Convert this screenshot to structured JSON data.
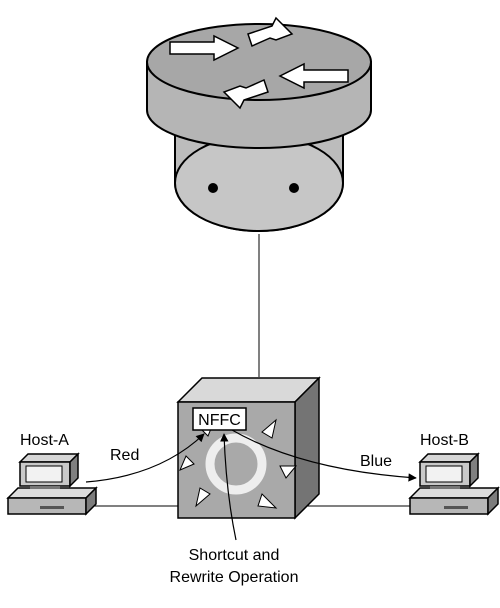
{
  "colors": {
    "background": "#ffffff",
    "router_body": "#bcbcbc",
    "router_top": "#a7a7a7",
    "switch_front": "#a9a9a9",
    "switch_top": "#d9d9d9",
    "switch_side": "#747474",
    "host_case": "#c9c9c9",
    "screen": "#f2f2f2",
    "stroke": "#000000"
  },
  "nodes": {
    "router": {
      "icon": "router-icon"
    },
    "switch": {
      "icon": "multilayer-switch-icon",
      "chip_label": "NFFC"
    },
    "host_a": {
      "label": "Host-A",
      "icon": "workstation-icon"
    },
    "host_b": {
      "label": "Host-B",
      "icon": "workstation-icon"
    }
  },
  "flows": {
    "inbound_label": "Red",
    "outbound_label": "Blue"
  },
  "annotation": {
    "line1": "Shortcut and",
    "line2": "Rewrite Operation"
  }
}
